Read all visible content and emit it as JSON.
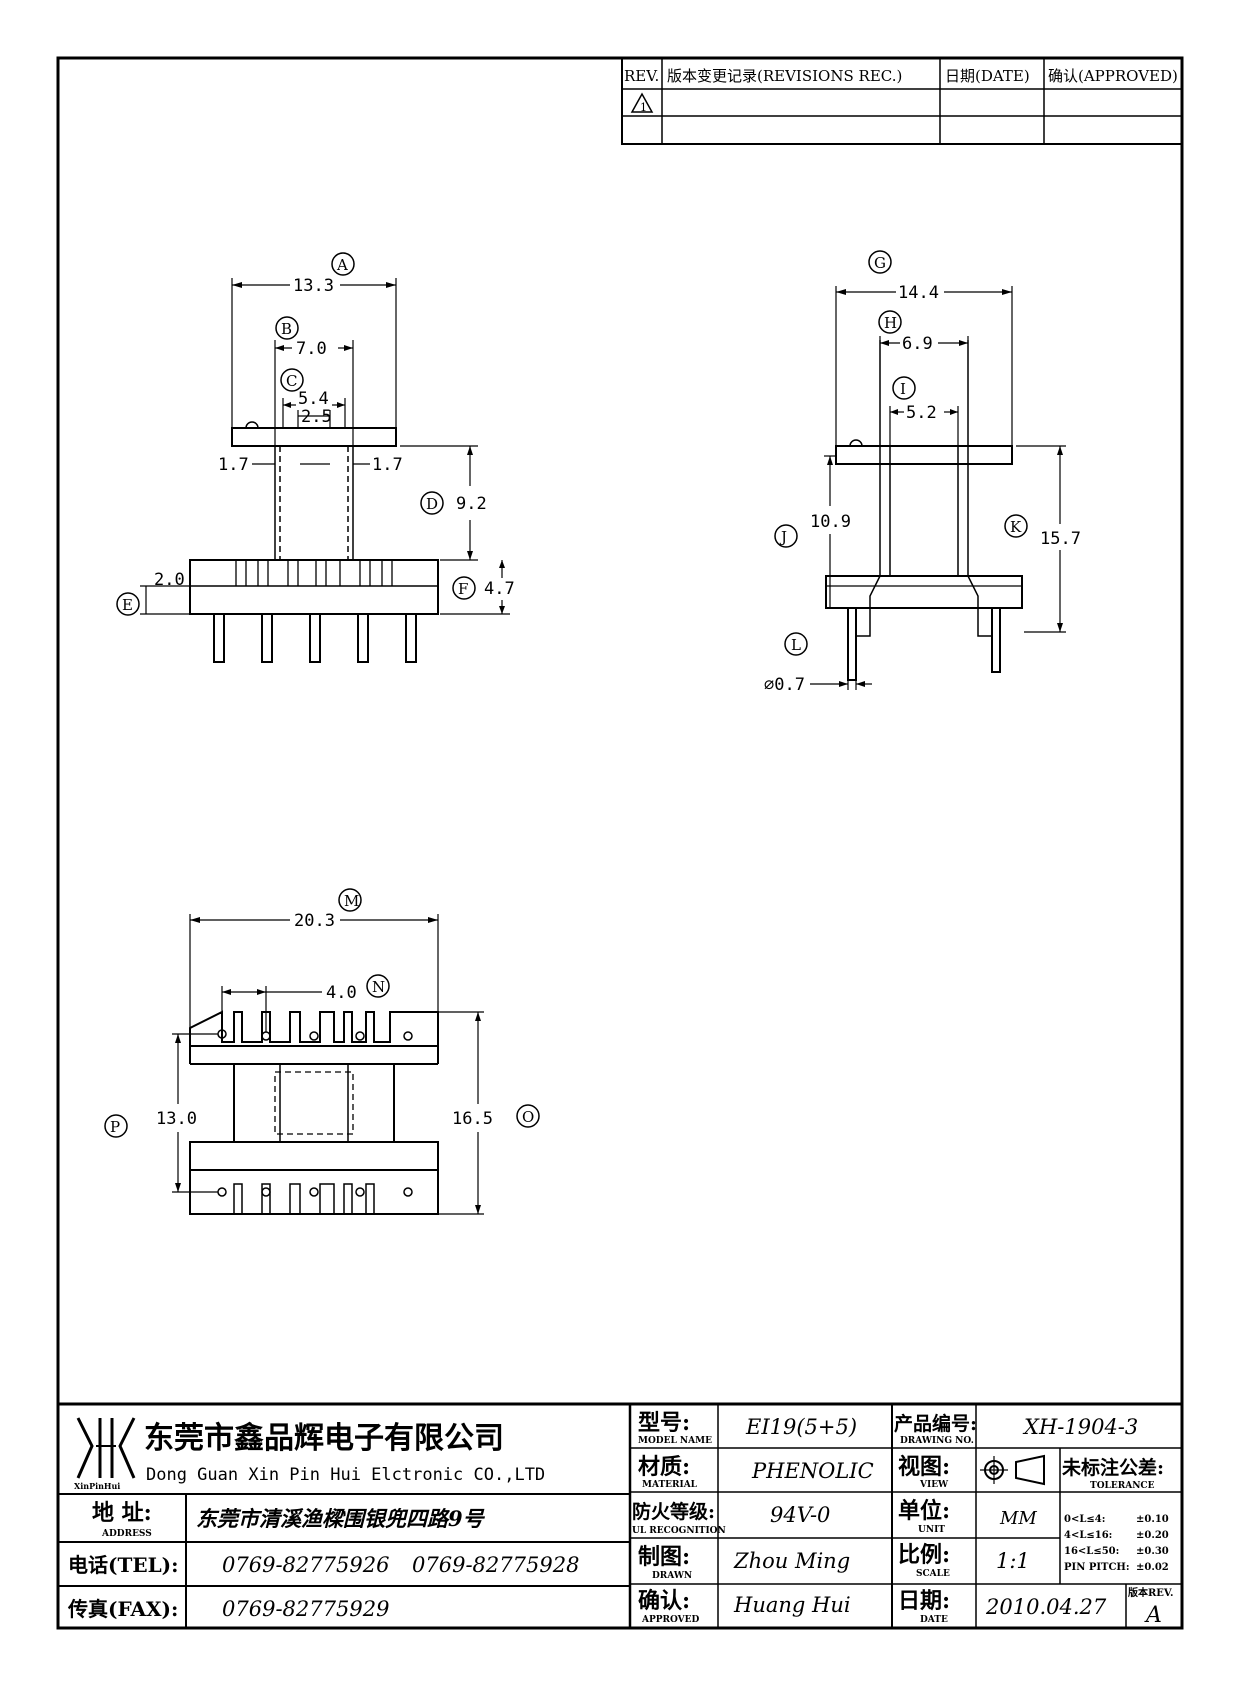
{
  "revision_table": {
    "col_rev": "REV.",
    "col_desc": "版本变更记录(REVISIONS REC.)",
    "col_date": "日期(DATE)",
    "col_approved": "确认(APPROVED)",
    "rev_mark": "1"
  },
  "view1": {
    "labels": [
      "A",
      "B",
      "C",
      "D",
      "E",
      "F"
    ],
    "dims": {
      "a": "13.3",
      "b": "7.0",
      "c1": "5.4",
      "c2": "2.5",
      "left": "1.7",
      "right": "1.7",
      "d": "9.2",
      "e": "2.0",
      "f": "4.7"
    }
  },
  "view2": {
    "labels": [
      "G",
      "H",
      "I",
      "J",
      "K",
      "L"
    ],
    "dims": {
      "g": "14.4",
      "h": "6.9",
      "i": "5.2",
      "j": "10.9",
      "k": "15.7",
      "l": "⌀0.7"
    }
  },
  "view3": {
    "labels": [
      "M",
      "N",
      "O",
      "P"
    ],
    "dims": {
      "m": "20.3",
      "n": "4.0",
      "p": "13.0",
      "o": "16.5"
    }
  },
  "title_block": {
    "company_cn": "东莞市鑫品辉电子有限公司",
    "company_en": "Dong Guan Xin Pin Hui Elctronic CO.,LTD",
    "logo_text": "XinPinHui",
    "address_label": "地 址:",
    "address_label_en": "ADDRESS",
    "address": "东莞市清溪渔樑围银兜四路9号",
    "tel_label": "电话(TEL):",
    "tel1": "0769-82775926",
    "tel2": "0769-82775928",
    "fax_label": "传真(FAX):",
    "fax": "0769-82775929",
    "model_label": "型号:",
    "model_label_en": "MODEL NAME",
    "model": "EI19(5+5)",
    "material_label": "材质:",
    "material_label_en": "MATERIAL",
    "material": "PHENOLIC",
    "ul_label": "防火等级:",
    "ul_label_en": "UL RECOGNITION",
    "ul": "94V-0",
    "drawn_label": "制图:",
    "drawn_label_en": "DRAWN",
    "drawn": "Zhou Ming",
    "approved_label": "确认:",
    "approved_label_en": "APPROVED",
    "approved": "Huang Hui",
    "drawing_no_label": "产品编号:",
    "drawing_no_label_en": "DRAWING NO.",
    "drawing_no": "XH-1904-3",
    "view_label": "视图:",
    "view_label_en": "VIEW",
    "tolerance_label": "未标注公差:",
    "tolerance_label_en": "TOLERANCE",
    "unit_label": "单位:",
    "unit_label_en": "UNIT",
    "unit": "MM",
    "tolerances": [
      {
        "range": "0<L≤4:",
        "value": "±0.10"
      },
      {
        "range": "4<L≤16:",
        "value": "±0.20"
      },
      {
        "range": "16<L≤50:",
        "value": "±0.30"
      },
      {
        "range": "PIN PITCH:",
        "value": "±0.02"
      }
    ],
    "scale_label": "比例:",
    "scale_label_en": "SCALE",
    "scale": "1:1",
    "date_label": "日期:",
    "date_label_en": "DATE",
    "date": "2010.04.27",
    "rev_label": "版本REV.",
    "rev": "A"
  }
}
